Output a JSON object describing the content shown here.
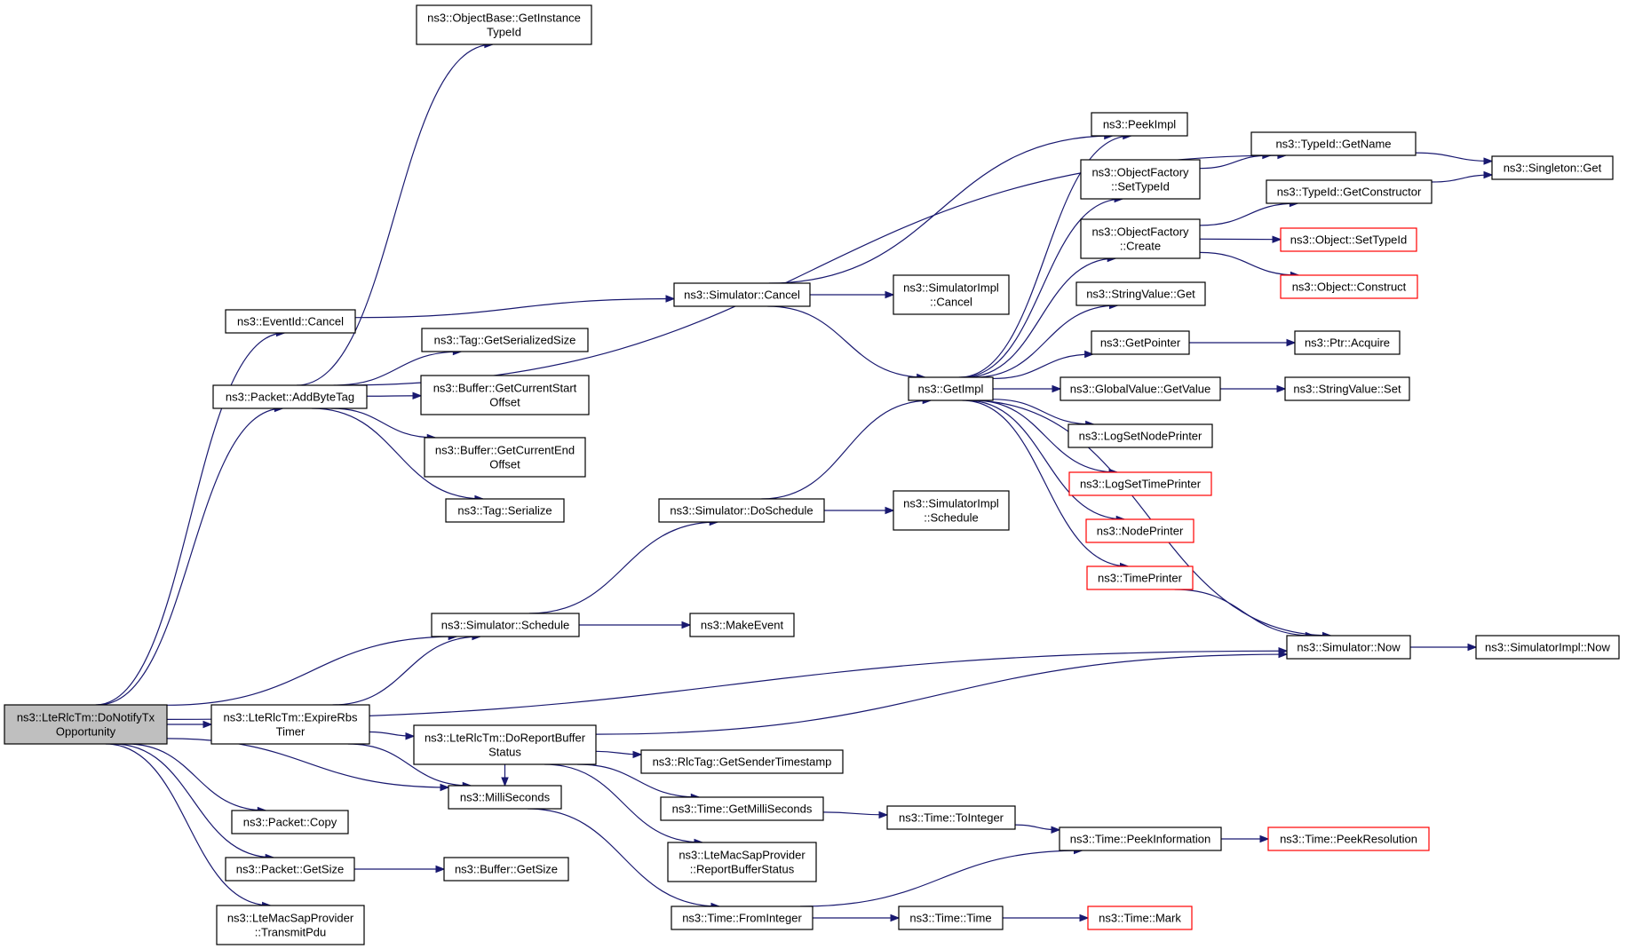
{
  "colors": {
    "edge": "#191970",
    "root_fill": "#bfbfbf",
    "red_border": "#ff0000",
    "border": "#000000"
  },
  "nodes": {
    "root": [
      "ns3::LteRlcTm::DoNotifyTx",
      "Opportunity"
    ],
    "eventid_cancel": [
      "ns3::EventId::Cancel"
    ],
    "packet_addbytetag": [
      "ns3::Packet::AddByteTag"
    ],
    "simulator_schedule": [
      "ns3::Simulator::Schedule"
    ],
    "expirerbstimer": [
      "ns3::LteRlcTm::ExpireRbs",
      "Timer"
    ],
    "milliseconds": [
      "ns3::MilliSeconds"
    ],
    "packet_copy": [
      "ns3::Packet::Copy"
    ],
    "packet_getsize": [
      "ns3::Packet::GetSize"
    ],
    "transmitpdu": [
      "ns3::LteMacSapProvider",
      "::TransmitPdu"
    ],
    "getinstancetypeid": [
      "ns3::ObjectBase::GetInstance",
      "TypeId"
    ],
    "tag_getserializedsize": [
      "ns3::Tag::GetSerializedSize"
    ],
    "buffer_getcurrentstartoffset": [
      "ns3::Buffer::GetCurrentStart",
      "Offset"
    ],
    "buffer_getcurrentendoffset": [
      "ns3::Buffer::GetCurrentEnd",
      "Offset"
    ],
    "tag_serialize": [
      "ns3::Tag::Serialize"
    ],
    "doreportbufferstatus": [
      "ns3::LteRlcTm::DoReportBuffer",
      "Status"
    ],
    "buffer_getsize": [
      "ns3::Buffer::GetSize"
    ],
    "simulator_cancel": [
      "ns3::Simulator::Cancel"
    ],
    "simulator_doschedule": [
      "ns3::Simulator::DoSchedule"
    ],
    "makeevent": [
      "ns3::MakeEvent"
    ],
    "rlctag_getsendertimestamp": [
      "ns3::RlcTag::GetSenderTimestamp"
    ],
    "time_getmilliseconds": [
      "ns3::Time::GetMilliSeconds"
    ],
    "reportbufferstatus": [
      "ns3::LteMacSapProvider",
      "::ReportBufferStatus"
    ],
    "time_frominteger": [
      "ns3::Time::FromInteger"
    ],
    "simulatorimpl_cancel": [
      "ns3::SimulatorImpl",
      "::Cancel"
    ],
    "simulatorimpl_schedule": [
      "ns3::SimulatorImpl",
      "::Schedule"
    ],
    "time_tointeger": [
      "ns3::Time::ToInteger"
    ],
    "time_time": [
      "ns3::Time::Time"
    ],
    "getimpl": [
      "ns3::GetImpl"
    ],
    "peekimpl": [
      "ns3::PeekImpl"
    ],
    "objectfactory_settypeid": [
      "ns3::ObjectFactory",
      "::SetTypeId"
    ],
    "objectfactory_create": [
      "ns3::ObjectFactory",
      "::Create"
    ],
    "stringvalue_get": [
      "ns3::StringValue::Get"
    ],
    "getpointer": [
      "ns3::GetPointer"
    ],
    "globalvalue_getvalue": [
      "ns3::GlobalValue::GetValue"
    ],
    "logsetnodeprinter": [
      "ns3::LogSetNodePrinter"
    ],
    "logsettimeprinter": [
      "ns3::LogSetTimePrinter"
    ],
    "nodeprinter": [
      "ns3::NodePrinter"
    ],
    "timeprinter": [
      "ns3::TimePrinter"
    ],
    "time_peekinformation": [
      "ns3::Time::PeekInformation"
    ],
    "time_mark": [
      "ns3::Time::Mark"
    ],
    "typeid_getname": [
      "ns3::TypeId::GetName"
    ],
    "typeid_getconstructor": [
      "ns3::TypeId::GetConstructor"
    ],
    "object_settypeid": [
      "ns3::Object::SetTypeId"
    ],
    "object_construct": [
      "ns3::Object::Construct"
    ],
    "ptr_acquire": [
      "ns3::Ptr::Acquire"
    ],
    "stringvalue_set": [
      "ns3::StringValue::Set"
    ],
    "simulator_now": [
      "ns3::Simulator::Now"
    ],
    "time_peekresolution": [
      "ns3::Time::PeekResolution"
    ],
    "singleton_get": [
      "ns3::Singleton::Get"
    ],
    "simulatorimpl_now": [
      "ns3::SimulatorImpl::Now"
    ]
  },
  "red_nodes": [
    "logsettimeprinter",
    "nodeprinter",
    "timeprinter",
    "time_mark",
    "object_settypeid",
    "object_construct",
    "time_peekresolution"
  ],
  "edges": [
    [
      "root",
      "eventid_cancel"
    ],
    [
      "root",
      "packet_addbytetag"
    ],
    [
      "root",
      "simulator_schedule"
    ],
    [
      "root",
      "expirerbstimer"
    ],
    [
      "root",
      "milliseconds"
    ],
    [
      "root",
      "packet_copy"
    ],
    [
      "root",
      "packet_getsize"
    ],
    [
      "root",
      "transmitpdu"
    ],
    [
      "root",
      "simulator_now"
    ],
    [
      "eventid_cancel",
      "simulator_cancel"
    ],
    [
      "packet_addbytetag",
      "getinstancetypeid"
    ],
    [
      "packet_addbytetag",
      "typeid_getname"
    ],
    [
      "packet_addbytetag",
      "tag_getserializedsize"
    ],
    [
      "packet_addbytetag",
      "buffer_getcurrentstartoffset"
    ],
    [
      "packet_addbytetag",
      "buffer_getcurrentendoffset"
    ],
    [
      "packet_addbytetag",
      "tag_serialize"
    ],
    [
      "simulator_schedule",
      "simulator_doschedule"
    ],
    [
      "simulator_schedule",
      "makeevent"
    ],
    [
      "expirerbstimer",
      "simulator_schedule"
    ],
    [
      "expirerbstimer",
      "doreportbufferstatus"
    ],
    [
      "expirerbstimer",
      "milliseconds"
    ],
    [
      "milliseconds",
      "time_frominteger"
    ],
    [
      "packet_getsize",
      "buffer_getsize"
    ],
    [
      "doreportbufferstatus",
      "simulator_now"
    ],
    [
      "doreportbufferstatus",
      "rlctag_getsendertimestamp"
    ],
    [
      "doreportbufferstatus",
      "time_getmilliseconds"
    ],
    [
      "doreportbufferstatus",
      "reportbufferstatus"
    ],
    [
      "doreportbufferstatus",
      "milliseconds"
    ],
    [
      "simulator_cancel",
      "peekimpl"
    ],
    [
      "simulator_cancel",
      "simulatorimpl_cancel"
    ],
    [
      "simulator_cancel",
      "getimpl"
    ],
    [
      "simulator_doschedule",
      "getimpl"
    ],
    [
      "simulator_doschedule",
      "simulatorimpl_schedule"
    ],
    [
      "time_getmilliseconds",
      "time_tointeger"
    ],
    [
      "time_frominteger",
      "time_peekinformation"
    ],
    [
      "time_frominteger",
      "time_time"
    ],
    [
      "time_tointeger",
      "time_peekinformation"
    ],
    [
      "time_time",
      "time_mark"
    ],
    [
      "getimpl",
      "peekimpl"
    ],
    [
      "getimpl",
      "objectfactory_settypeid"
    ],
    [
      "getimpl",
      "objectfactory_create"
    ],
    [
      "getimpl",
      "stringvalue_get"
    ],
    [
      "getimpl",
      "getpointer"
    ],
    [
      "getimpl",
      "globalvalue_getvalue"
    ],
    [
      "getimpl",
      "logsetnodeprinter"
    ],
    [
      "getimpl",
      "logsettimeprinter"
    ],
    [
      "getimpl",
      "nodeprinter"
    ],
    [
      "getimpl",
      "timeprinter"
    ],
    [
      "getimpl",
      "simulator_now"
    ],
    [
      "objectfactory_settypeid",
      "typeid_getname"
    ],
    [
      "objectfactory_create",
      "typeid_getconstructor"
    ],
    [
      "objectfactory_create",
      "object_settypeid"
    ],
    [
      "objectfactory_create",
      "object_construct"
    ],
    [
      "getpointer",
      "ptr_acquire"
    ],
    [
      "globalvalue_getvalue",
      "stringvalue_set"
    ],
    [
      "timeprinter",
      "simulator_now"
    ],
    [
      "simulator_now",
      "simulatorimpl_now"
    ],
    [
      "time_peekinformation",
      "time_peekresolution"
    ],
    [
      "typeid_getname",
      "singleton_get"
    ],
    [
      "typeid_getconstructor",
      "singleton_get"
    ]
  ]
}
